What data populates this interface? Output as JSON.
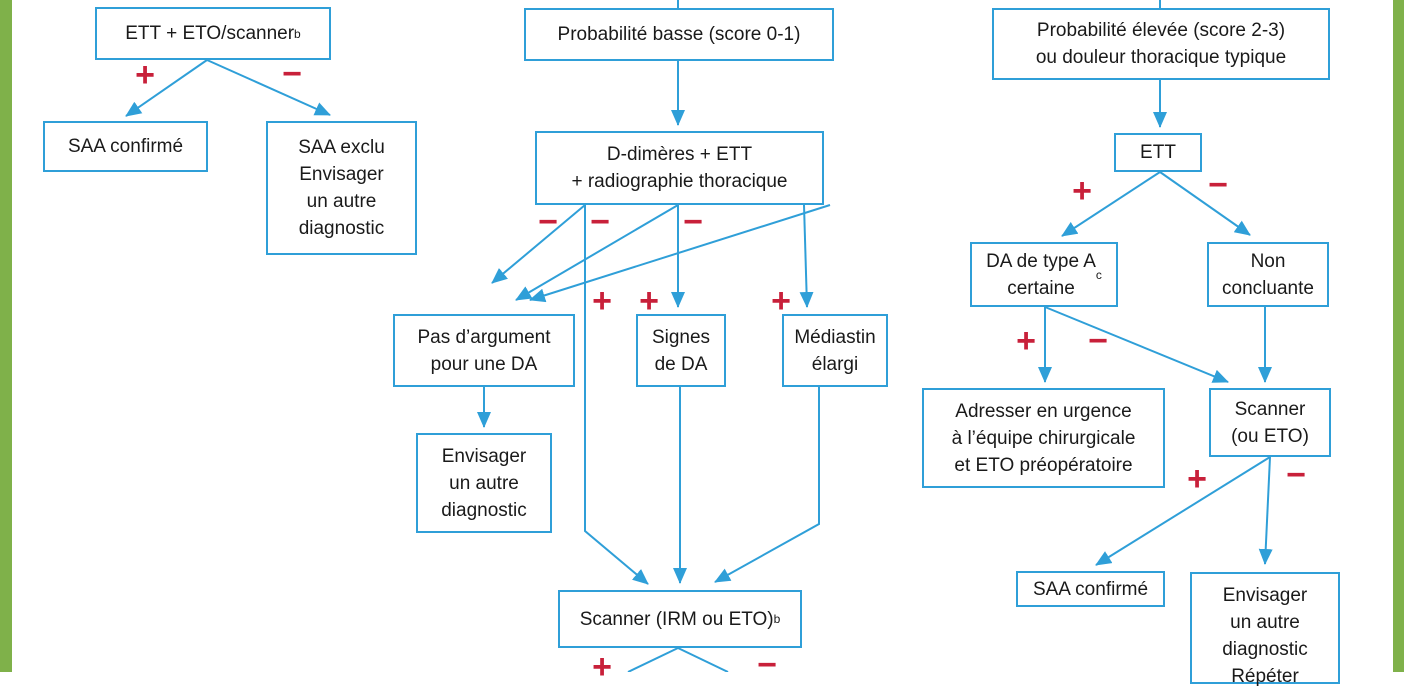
{
  "colors": {
    "frame": "#7fb14a",
    "box_border": "#2f9fd8",
    "arrow": "#2f9fd8",
    "plus": "#c8203a",
    "minus": "#c8203a",
    "text": "#1a1a1a"
  },
  "boxes": {
    "ett_eto_scanner": {
      "text": "ETT + ETO/scanner",
      "sup": "b"
    },
    "saa_confirme_left": "SAA confirmé",
    "saa_exclu": "SAA exclu\nEnvisager\nun autre\ndiagnostic",
    "proba_basse": "Probabilité basse (score 0-1)",
    "ddimeres": "D-dimères + ETT\n+ radiographie thoracique",
    "pas_argument": "Pas d’argument\npour une DA",
    "signes_da": "Signes\nde DA",
    "mediastin": "Médiastin\nélargi",
    "envisager_mid": "Envisager\nun autre\ndiagnostic",
    "scanner_irm": {
      "text": "Scanner (IRM ou ETO)",
      "sup": "b"
    },
    "proba_elevee": "Probabilité élevée (score 2-3)\nou douleur thoracique typique",
    "ett_right": "ETT",
    "da_type_a": {
      "text": "DA de type A\ncertaine",
      "sup": "c"
    },
    "non_concluante": "Non\nconcluante",
    "adresser": "Adresser en urgence\nà l’équipe chirurgicale\net ETO préopératoire",
    "scanner_eto": "Scanner\n(ou ETO)",
    "saa_confirme_right": "SAA confirmé",
    "envisager_right": "Envisager\nun autre\ndiagnostic\nRépéter"
  },
  "signs": {
    "plus": "+",
    "minus": "−"
  }
}
